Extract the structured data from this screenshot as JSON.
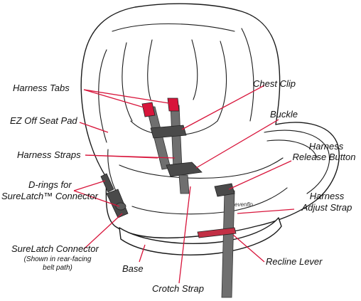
{
  "colors": {
    "leader": "#d8153b",
    "harness_tab": "#d8153b",
    "recline_lever": "#c23045",
    "strap": "#6f6f6f",
    "outline": "#1a1a1a"
  },
  "labels": {
    "harness_tabs": "Harness Tabs",
    "chest_clip": "Chest Clip",
    "ez_off_seat_pad": "EZ Off Seat Pad",
    "buckle": "Buckle",
    "harness_straps": "Harness Straps",
    "harness_release_line1": "Harness",
    "harness_release_line2": "Release Button",
    "d_rings_line1": "D-rings for",
    "d_rings_line2": "SureLatch™ Connector",
    "harness_adjust_line1": "Harness",
    "harness_adjust_line2": "Adjust Strap",
    "surelatch_line1": "SureLatch Connector",
    "surelatch_note_line1": "(Shown in rear-facing",
    "surelatch_note_line2": "belt path)",
    "recline_lever": "Recline Lever",
    "base": "Base",
    "crotch_strap": "Crotch Strap"
  },
  "brand_mark": "evenflo"
}
